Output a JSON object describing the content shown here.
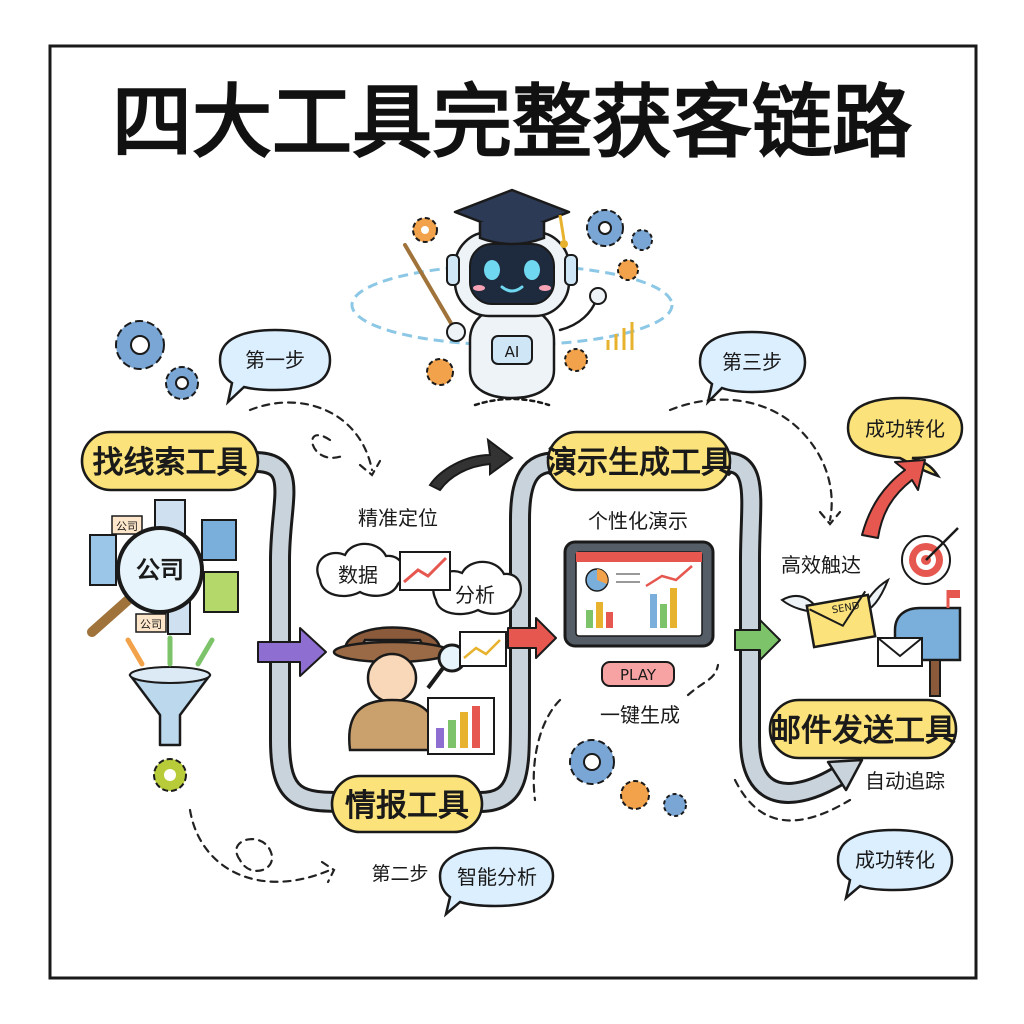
{
  "title": "四大工具完整获客链路",
  "steps": {
    "step1": "第一步",
    "step2": "第二步",
    "step3": "第三步"
  },
  "tools": {
    "lead_tool": "找线索工具",
    "intel_tool": "情报工具",
    "demo_tool": "演示生成工具",
    "email_tool": "邮件发送工具"
  },
  "lead": {
    "company_center": "公司",
    "company_tag_a": "公司",
    "company_tag_b": "公司"
  },
  "intel": {
    "precise": "精准定位",
    "data": "数据",
    "analysis": "分析",
    "smart_analysis": "智能分析"
  },
  "demo": {
    "personalized": "个性化演示",
    "play": "PLAY",
    "one_click": "一键生成"
  },
  "email": {
    "reach": "高效触达",
    "send": "SEND",
    "tracking": "自动追踪",
    "success_top": "成功转化",
    "success_bottom": "成功转化"
  },
  "robot": {
    "chest": "AI"
  },
  "colors": {
    "pill": "#fbe27a",
    "bubble": "#dcefff",
    "arrow_purple": "#8e6fd1",
    "arrow_red": "#e5574f",
    "arrow_green": "#7cc36a",
    "track": "#c9d3dc"
  }
}
